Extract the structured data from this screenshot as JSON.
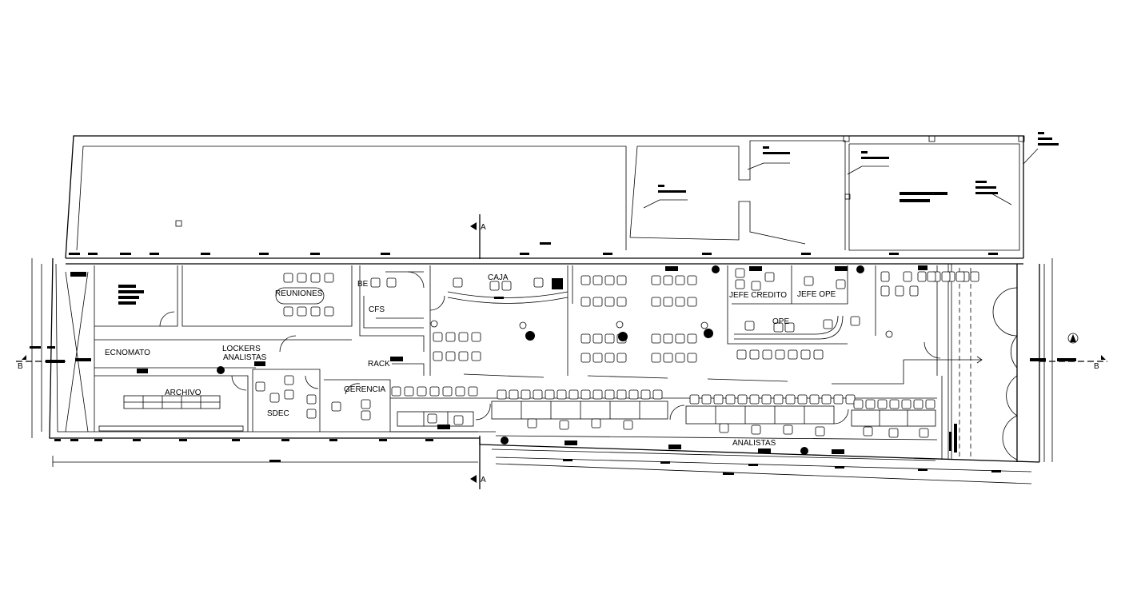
{
  "rooms": {
    "reuniones": "REUNIONES",
    "caja": "CAJA",
    "jefe_credito": "JEFE CREDITO",
    "jefe_ope": "JEFE OPE",
    "ope": "OPE",
    "cfs": "CFS",
    "rack": "RACK",
    "ecnomato": "ECNOMATO",
    "lockers": "LOCKERS",
    "analistas_lockers": "ANALISTAS",
    "archivo": "ARCHIVO",
    "gerencia": "GERENCIA",
    "sdec": "SDEC",
    "analistas": "ANALISTAS",
    "bar_fragment": "BE"
  },
  "section_marks": {
    "a_top": "A",
    "a_bottom": "A",
    "b_left": "B",
    "b_right": "B"
  },
  "colors": {
    "line": "#000000",
    "background": "#ffffff"
  }
}
